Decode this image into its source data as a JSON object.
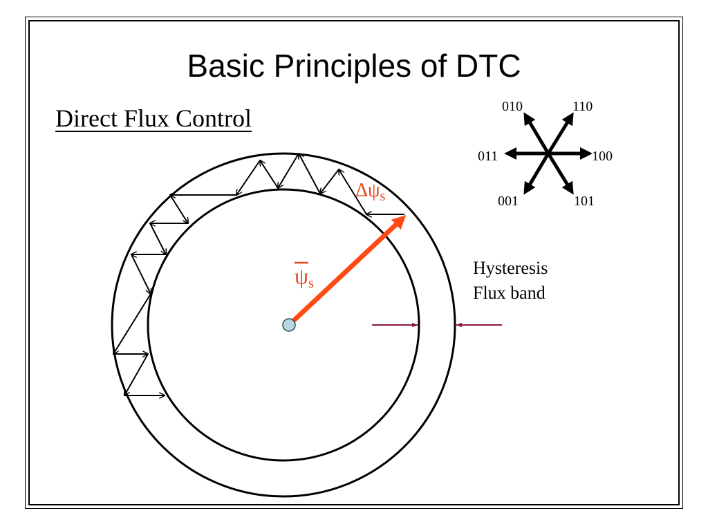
{
  "slide": {
    "title": "Basic Principles of DTC",
    "subtitle": "Direct Flux Control",
    "hysteresis_line1": "Hysteresis",
    "hysteresis_line2": "Flux band"
  },
  "flux": {
    "delta_symbol": "Δψ",
    "delta_sub": "s",
    "psi_symbol": "ψ",
    "psi_sub": "s"
  },
  "vectors": {
    "v010": "010",
    "v110": "110",
    "v011": "011",
    "v100": "100",
    "v001": "001",
    "v101": "101"
  },
  "colors": {
    "flux_vector": "#ff4a14",
    "band_arrows": "#8b1a3a",
    "text_red": "#e8451a",
    "center_dot": "#b6d9e0"
  }
}
